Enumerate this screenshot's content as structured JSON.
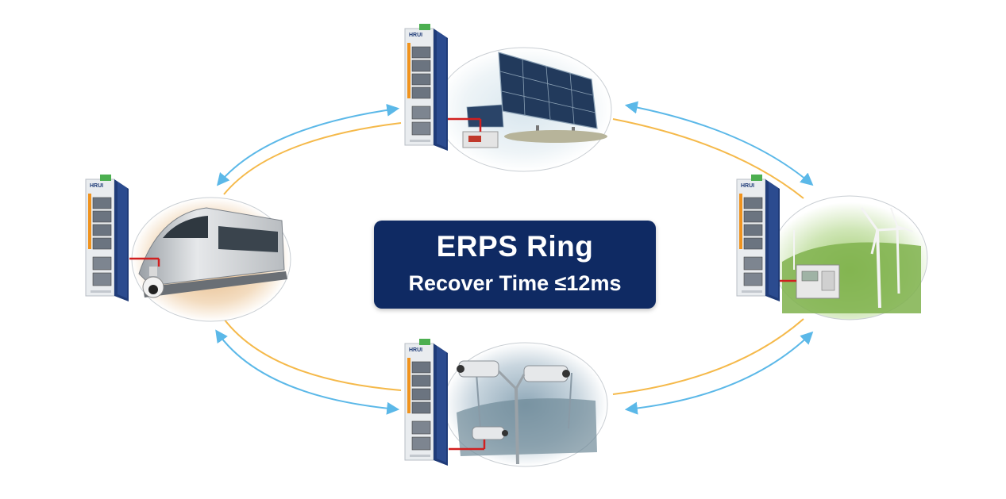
{
  "center": {
    "title": "ERPS Ring",
    "subtitle": "Recover Time ≤12ms",
    "bg_color": "#0f2a63"
  },
  "switch": {
    "brand": "HRUI",
    "accent_color": "#f0931e",
    "side_color": "#1f3b78"
  },
  "link_colors": {
    "blue": "#5bb8e8",
    "orange": "#f5b94a"
  },
  "nodes": [
    {
      "id": "top",
      "scene": "solar-panels"
    },
    {
      "id": "left",
      "scene": "train-and-camera"
    },
    {
      "id": "right",
      "scene": "wind-turbines"
    },
    {
      "id": "bottom",
      "scene": "surveillance-cameras"
    }
  ]
}
